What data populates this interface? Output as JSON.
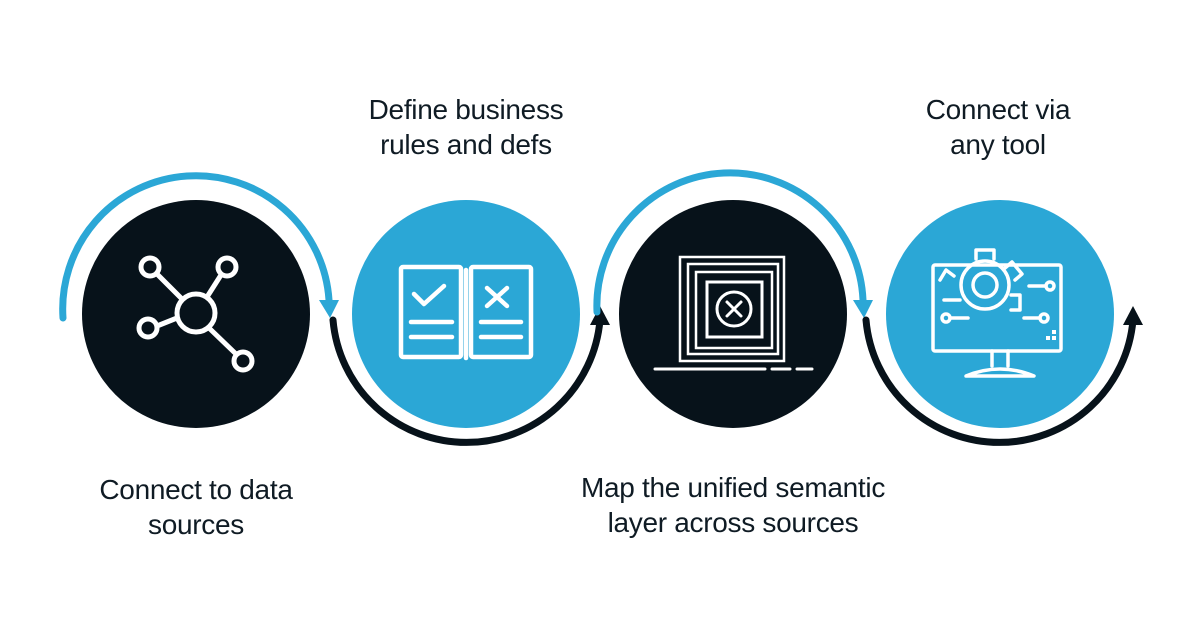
{
  "colors": {
    "accent": "#2ba7d6",
    "dark": "#07121a",
    "background": "#ffffff",
    "icon_stroke": "#ffffff"
  },
  "steps": [
    {
      "label_lines": [
        "Connect to data",
        "sources"
      ],
      "icon": "network-nodes-icon",
      "circle_color": "dark",
      "label_position": "below"
    },
    {
      "label_lines": [
        "Define business",
        "rules and defs"
      ],
      "icon": "open-book-check-cross-icon",
      "circle_color": "accent",
      "label_position": "above"
    },
    {
      "label_lines": [
        "Map the unified semantic",
        "layer across sources"
      ],
      "icon": "layered-frames-x-icon",
      "circle_color": "dark",
      "label_position": "below"
    },
    {
      "label_lines": [
        "Connect via",
        "any tool"
      ],
      "icon": "monitor-gear-circuit-icon",
      "circle_color": "accent",
      "label_position": "above"
    }
  ]
}
